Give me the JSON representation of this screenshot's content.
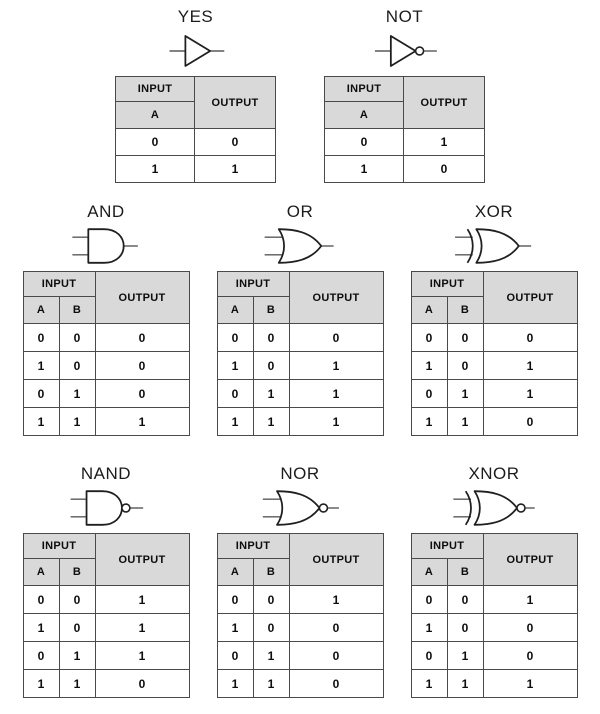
{
  "labels": {
    "input": "INPUT",
    "output": "OUTPUT",
    "a": "A",
    "b": "B"
  },
  "colors": {
    "header_bg": "#d9d9d9",
    "table_border": "#4a4a4a",
    "gate_stroke": "#1f1f1f",
    "text": "#0d0d0d",
    "background": "#ffffff"
  },
  "gates": [
    {
      "name": "YES",
      "icon": "buffer-gate-icon",
      "inputs": [
        "A"
      ],
      "rows": [
        [
          "0",
          "0"
        ],
        [
          "1",
          "1"
        ]
      ]
    },
    {
      "name": "NOT",
      "icon": "not-gate-icon",
      "inputs": [
        "A"
      ],
      "rows": [
        [
          "0",
          "1"
        ],
        [
          "1",
          "0"
        ]
      ]
    },
    {
      "name": "AND",
      "icon": "and-gate-icon",
      "inputs": [
        "A",
        "B"
      ],
      "rows": [
        [
          "0",
          "0",
          "0"
        ],
        [
          "1",
          "0",
          "0"
        ],
        [
          "0",
          "1",
          "0"
        ],
        [
          "1",
          "1",
          "1"
        ]
      ]
    },
    {
      "name": "OR",
      "icon": "or-gate-icon",
      "inputs": [
        "A",
        "B"
      ],
      "rows": [
        [
          "0",
          "0",
          "0"
        ],
        [
          "1",
          "0",
          "1"
        ],
        [
          "0",
          "1",
          "1"
        ],
        [
          "1",
          "1",
          "1"
        ]
      ]
    },
    {
      "name": "XOR",
      "icon": "xor-gate-icon",
      "inputs": [
        "A",
        "B"
      ],
      "rows": [
        [
          "0",
          "0",
          "0"
        ],
        [
          "1",
          "0",
          "1"
        ],
        [
          "0",
          "1",
          "1"
        ],
        [
          "1",
          "1",
          "0"
        ]
      ]
    },
    {
      "name": "NAND",
      "icon": "nand-gate-icon",
      "inputs": [
        "A",
        "B"
      ],
      "rows": [
        [
          "0",
          "0",
          "1"
        ],
        [
          "1",
          "0",
          "1"
        ],
        [
          "0",
          "1",
          "1"
        ],
        [
          "1",
          "1",
          "0"
        ]
      ]
    },
    {
      "name": "NOR",
      "icon": "nor-gate-icon",
      "inputs": [
        "A",
        "B"
      ],
      "rows": [
        [
          "0",
          "0",
          "1"
        ],
        [
          "1",
          "0",
          "0"
        ],
        [
          "0",
          "1",
          "0"
        ],
        [
          "1",
          "1",
          "0"
        ]
      ]
    },
    {
      "name": "XNOR",
      "icon": "xnor-gate-icon",
      "inputs": [
        "A",
        "B"
      ],
      "rows": [
        [
          "0",
          "0",
          "1"
        ],
        [
          "1",
          "0",
          "0"
        ],
        [
          "0",
          "1",
          "0"
        ],
        [
          "1",
          "1",
          "1"
        ]
      ]
    }
  ]
}
